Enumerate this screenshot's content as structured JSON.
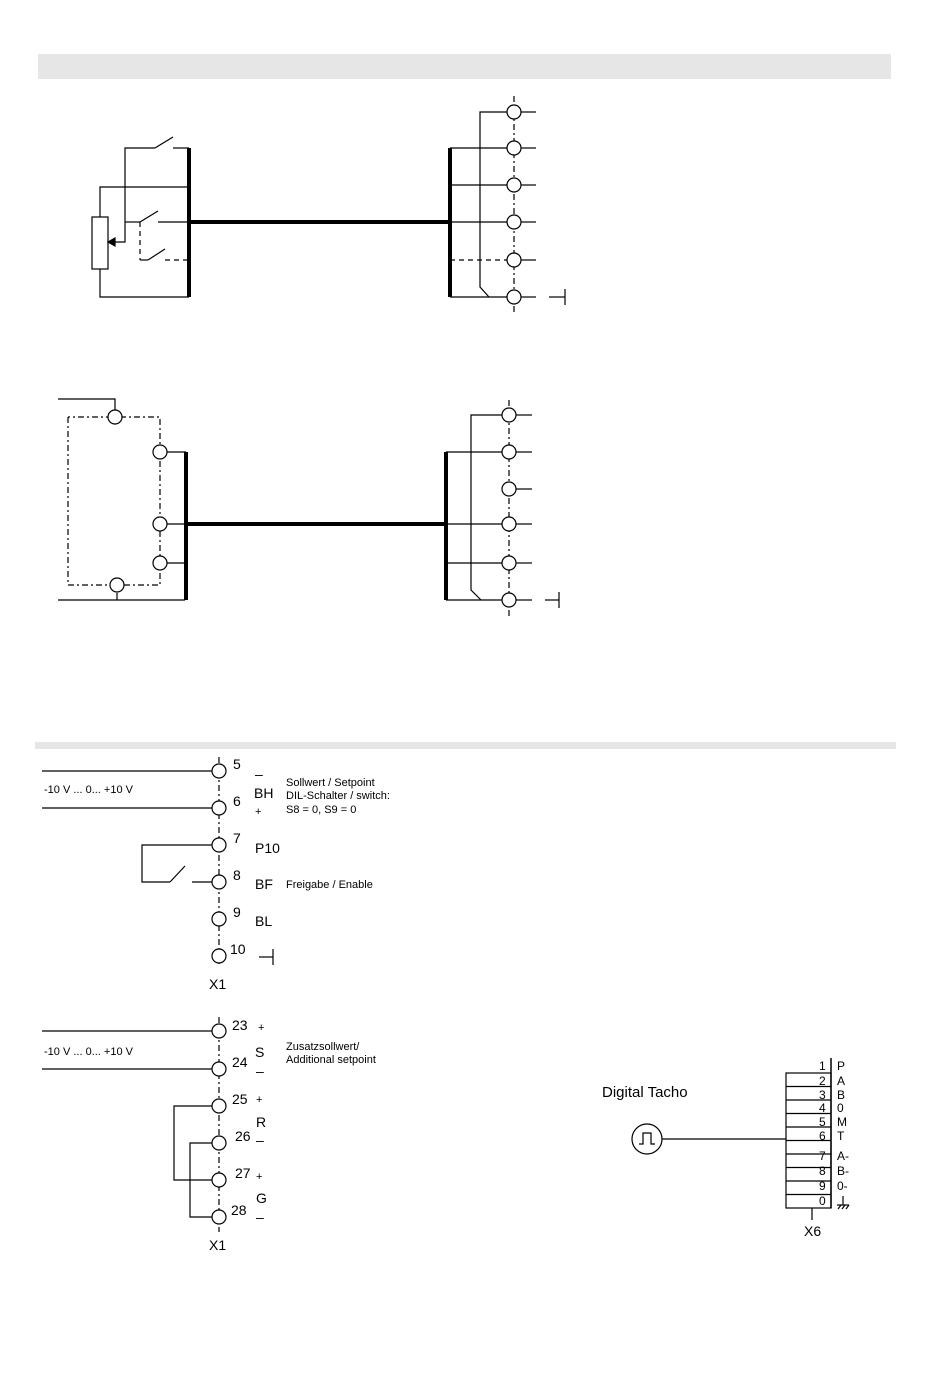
{
  "x1_connector": {
    "label_upper": "X1",
    "label_lower": "X1",
    "terminals_upper": [
      {
        "num": "5",
        "sig": "–"
      },
      {
        "num": "6",
        "sig": "BH"
      },
      {
        "num": "7",
        "sig": "P10"
      },
      {
        "num": "8",
        "sig": "BF"
      },
      {
        "num": "9",
        "sig": "BL"
      },
      {
        "num": "10",
        "sig": "⊣"
      }
    ],
    "sign_minus": "–",
    "sign_plus": "+",
    "terminals_lower": [
      {
        "num": "23",
        "sig": "+"
      },
      {
        "num": "24",
        "sig": "S"
      },
      {
        "num": "25",
        "sig": "+"
      },
      {
        "num": "26",
        "sig": "–"
      },
      {
        "num": "27",
        "sig": "+"
      },
      {
        "num": "28",
        "sig": "–"
      }
    ],
    "lower_minus_24": "–",
    "letter_r": "R",
    "letter_g": "G",
    "voltage_range": "-10 V ... 0... +10 V",
    "voltage_range_2": "-10 V ... 0... +10 V",
    "setpoint_line1": "Sollwert / Setpoint",
    "setpoint_line2": "DIL-Schalter / switch:",
    "setpoint_line3": "S8 = 0, S9 = 0",
    "enable_label": "Freigabe / Enable",
    "additional_line1": "Zusatzsollwert/",
    "additional_line2": "Additional setpoint"
  },
  "x6_connector": {
    "label": "X6",
    "device_label": "Digital Tacho",
    "pins": [
      {
        "num": "1",
        "sig": "P"
      },
      {
        "num": "2",
        "sig": "A"
      },
      {
        "num": "3",
        "sig": "B"
      },
      {
        "num": "4",
        "sig": "0"
      },
      {
        "num": "5",
        "sig": "M"
      },
      {
        "num": "6",
        "sig": "T"
      },
      {
        "num": "7",
        "sig": "A-"
      },
      {
        "num": "8",
        "sig": "B-"
      },
      {
        "num": "9",
        "sig": "0-"
      },
      {
        "num": "0",
        "sig": ""
      }
    ]
  },
  "colors": {
    "header_bar": "#e6e6e6",
    "line": "#000000"
  }
}
